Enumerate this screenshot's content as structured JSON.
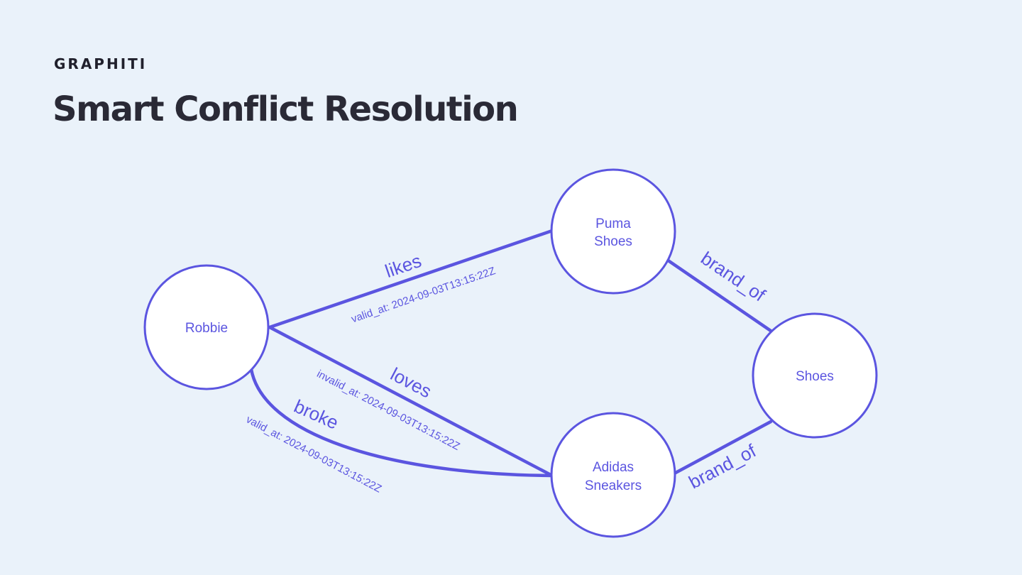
{
  "header": {
    "brand": "GRAPHITI",
    "title": "Smart Conflict Resolution"
  },
  "colors": {
    "background": "#eaf2fa",
    "accent": "#5b55e0",
    "node_fill": "#ffffff",
    "title_text": "#2a2a36"
  },
  "nodes": {
    "robbie": {
      "lines": [
        "Robbie"
      ]
    },
    "puma": {
      "lines": [
        "Puma",
        "Shoes"
      ]
    },
    "shoes": {
      "lines": [
        "Shoes"
      ]
    },
    "adidas": {
      "lines": [
        "Adidas",
        "Sneakers"
      ]
    }
  },
  "edges": {
    "likes": {
      "from": "Robbie",
      "to": "Puma Shoes",
      "label": "likes",
      "meta": "valid_at: 2024-09-03T13:15:22Z"
    },
    "loves": {
      "from": "Robbie",
      "to": "Adidas Sneakers",
      "label": "loves",
      "meta": "invalid_at: 2024-09-03T13:15:22Z"
    },
    "broke": {
      "from": "Robbie",
      "to": "Adidas Sneakers",
      "label": "broke",
      "meta": "valid_at: 2024-09-03T13:15:22Z"
    },
    "puma_brand": {
      "from": "Puma Shoes",
      "to": "Shoes",
      "label": "brand_of"
    },
    "adidas_brand": {
      "from": "Adidas Sneakers",
      "to": "Shoes",
      "label": "brand_of"
    }
  }
}
